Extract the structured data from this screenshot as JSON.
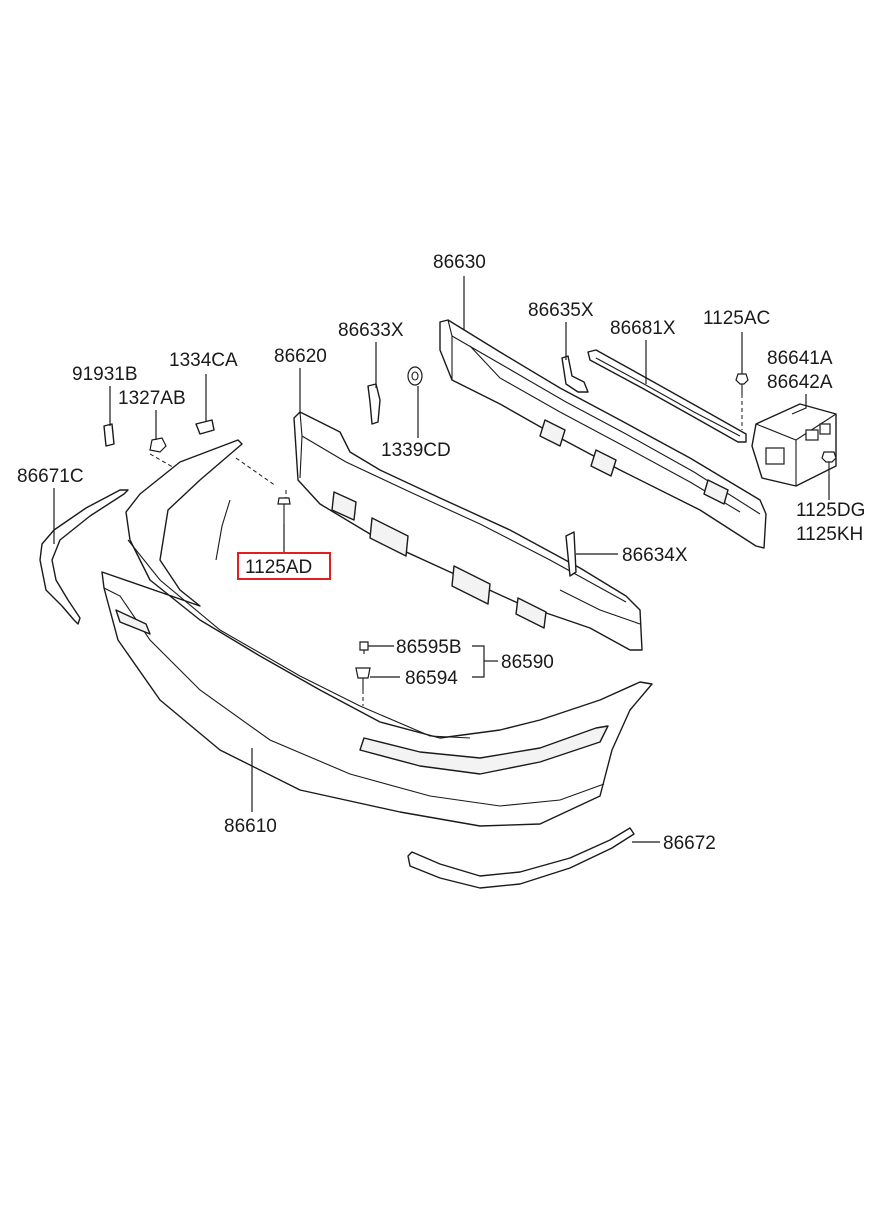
{
  "highlight_color": "#e02020",
  "parts": {
    "p86630": "86630",
    "p86635x": "86635X",
    "p86681x": "86681X",
    "p1125ac": "1125AC",
    "p86633x": "86633X",
    "p86620": "86620",
    "p86641a": "86641A",
    "p86642a": "86642A",
    "p1334ca": "1334CA",
    "p91931b": "91931B",
    "p1327ab": "1327AB",
    "p1339cd": "1339CD",
    "p86671c": "86671C",
    "p1125dg": "1125DG",
    "p1125kh": "1125KH",
    "p86634x": "86634X",
    "p1125ad": "1125AD",
    "p86595b": "86595B",
    "p86590": "86590",
    "p86594": "86594",
    "p86610": "86610",
    "p86672": "86672"
  }
}
